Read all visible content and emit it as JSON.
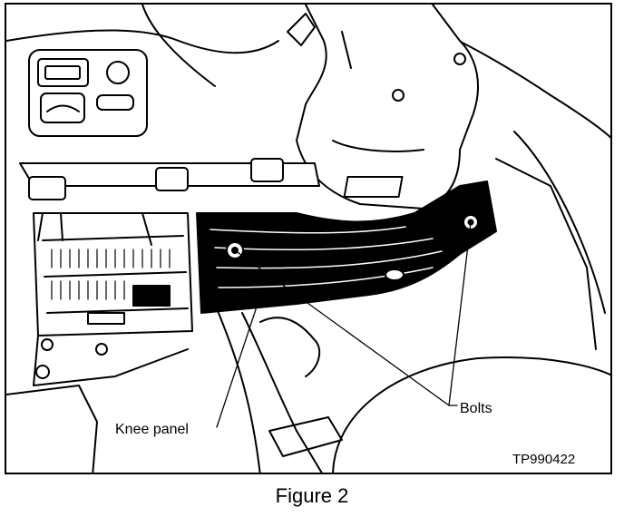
{
  "figure": {
    "caption": "Figure 2",
    "code": "TP990422"
  },
  "callouts": {
    "knee_panel": "Knee panel",
    "bolts": "Bolts"
  }
}
